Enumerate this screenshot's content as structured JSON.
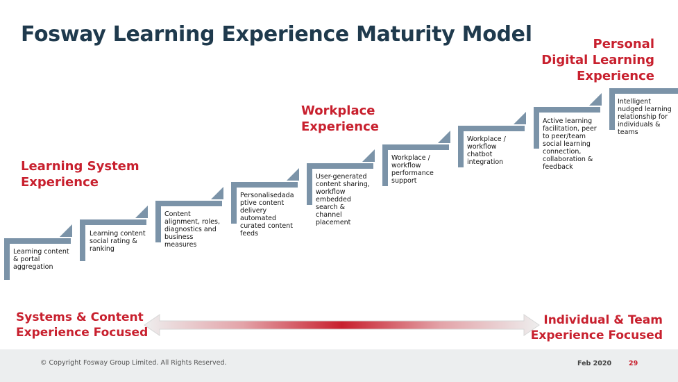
{
  "title": "Fosway Learning Experience Maturity Model",
  "headings": {
    "learning_system": "Learning System\nExperience",
    "workplace": "Workplace\nExperience",
    "personal": "Personal\nDigital Learning\nExperience"
  },
  "steps": [
    {
      "text": "Learning content\n& portal\naggregation"
    },
    {
      "text": "Learning content\nsocial rating &\nranking"
    },
    {
      "text": "Content\nalignment, roles,\ndiagnostics and\nbusiness\nmeasures"
    },
    {
      "text": "Personalisedada\nptive content\ndelivery\nautomated\ncurated content\nfeeds"
    },
    {
      "text": "User-generated\ncontent sharing,\nworkflow\nembedded\nsearch &\nchannel\nplacement"
    },
    {
      "text": "Workplace /\nworkflow\nperformance\nsupport"
    },
    {
      "text": "Workplace /\nworkflow\nchatbot\nintegration"
    },
    {
      "text": "Active learning\nfacilitation, peer\nto peer/team\nsocial learning\nconnection,\ncollaboration  &\nfeedback"
    },
    {
      "text": "Intelligent\nnudged learning\nrelationship for\nindividuals &\nteams"
    }
  ],
  "focus": {
    "left": "Systems & Content\nExperience Focused",
    "right": "Individual & Team\nExperience Focused"
  },
  "footer": {
    "copyright": "© Copyright Fosway Group Limited. All Rights Reserved.",
    "date": "Feb 2020",
    "page": "29"
  },
  "colors": {
    "step_fill": "#7b93a8",
    "accent_red": "#c8202e",
    "title": "#1f3a4d"
  }
}
